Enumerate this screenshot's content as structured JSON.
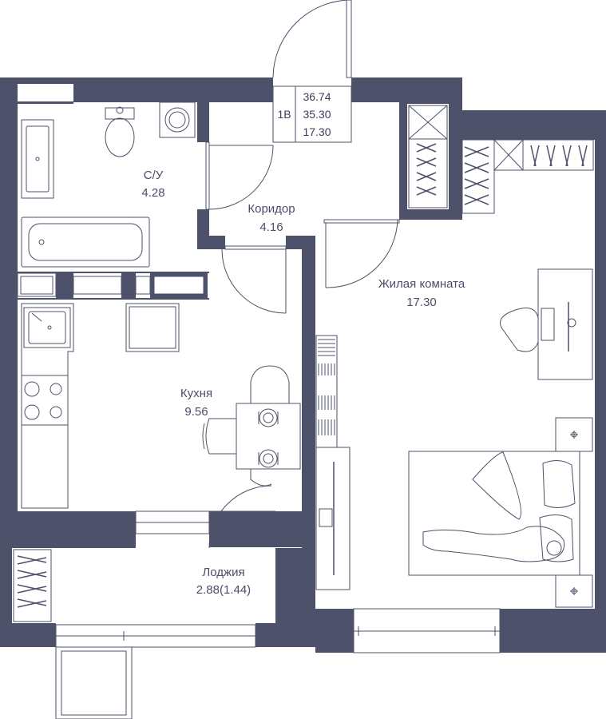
{
  "apartment": {
    "code": "1В",
    "areas": [
      "36.74",
      "35.30",
      "17.30"
    ]
  },
  "rooms": {
    "bathroom": {
      "name": "С/У",
      "area": "4.28"
    },
    "corridor": {
      "name": "Коридор",
      "area": "4.16"
    },
    "living": {
      "name": "Жилая комната",
      "area": "17.30"
    },
    "kitchen": {
      "name": "Кухня",
      "area": "9.56"
    },
    "loggia": {
      "name": "Лоджия",
      "area": "2.88(1.44)"
    }
  },
  "colors": {
    "wall": "#4d5169",
    "line": "#4d5169",
    "text": "#4a4e6a"
  }
}
